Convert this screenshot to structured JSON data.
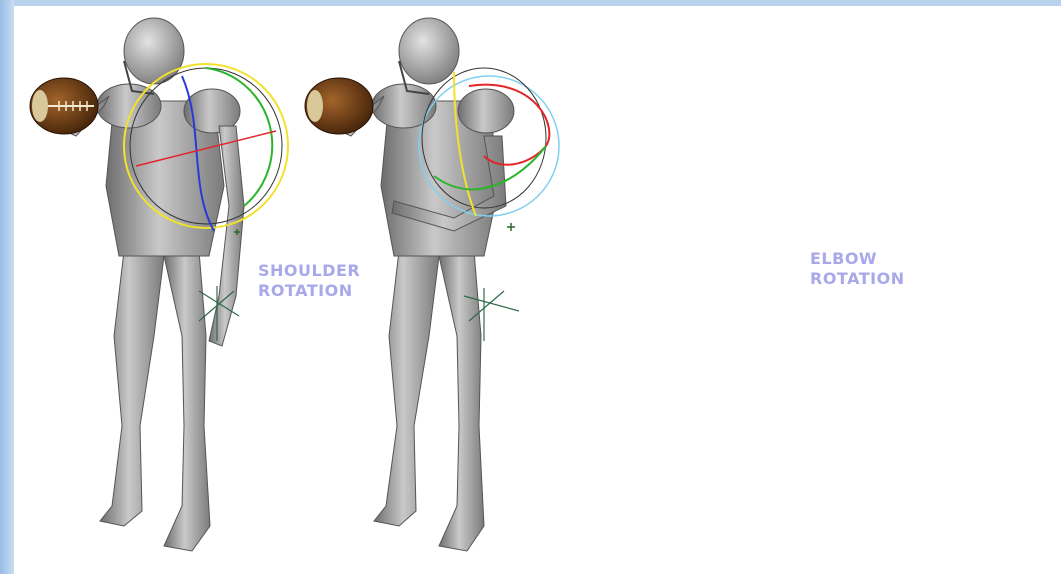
{
  "figure": {
    "panels": [
      "shoulder-start",
      "shoulder-end",
      "elbow-start",
      "elbow-end"
    ],
    "labels": {
      "shoulder_line1": "SHOULDER",
      "shoulder_line2": "ROTATION",
      "elbow_line1": "ELBOW",
      "elbow_line2": "ROTATION"
    },
    "colors": {
      "label": "#a9a8ea",
      "body": "#9a9a9a",
      "ball": "#6b3a12",
      "gizmo_x": "#e3262a",
      "gizmo_y": "#2bb52b",
      "gizmo_z": "#2a3ad8",
      "gizmo_outer": "#f2e22b",
      "gizmo_view": "#7fd0f0",
      "frame": "#b9d3ee"
    }
  }
}
